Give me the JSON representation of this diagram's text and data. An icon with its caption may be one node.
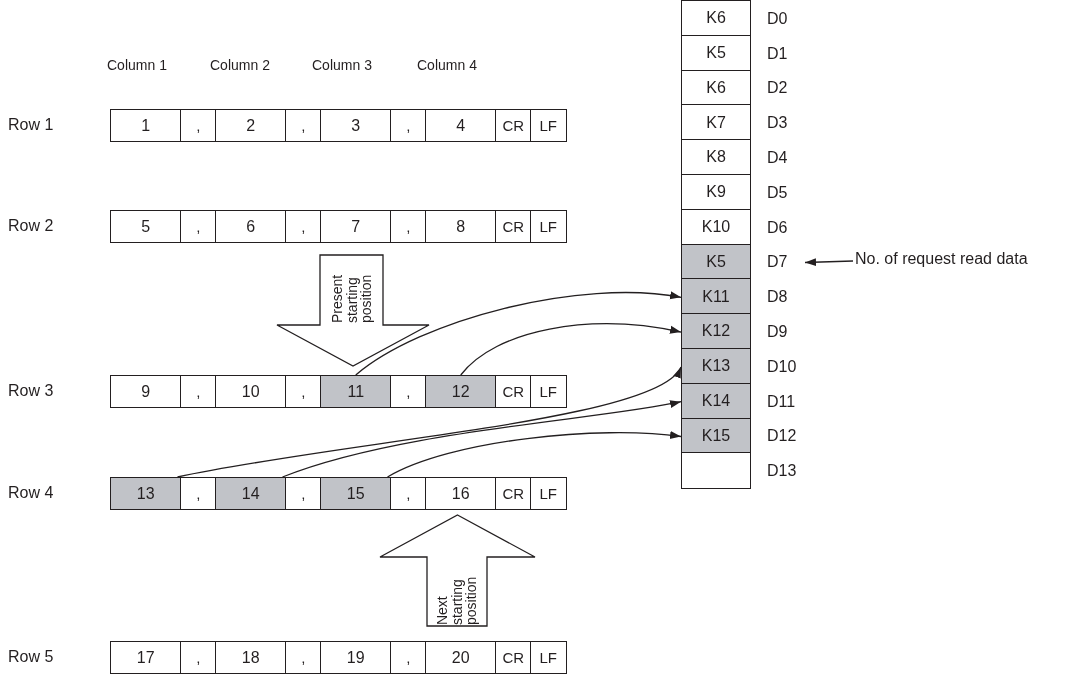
{
  "diagram": {
    "nodes": [
      {
        "text": [
          "1"
        ]
      },
      {
        "text": [
          ","
        ]
      },
      {
        "text": [
          "2"
        ]
      },
      {
        "text": [
          ","
        ]
      },
      {
        "text": [
          "3"
        ]
      },
      {
        "text": [
          ","
        ]
      },
      {
        "text": [
          "4"
        ]
      },
      {
        "text": [
          "CR"
        ]
      },
      {
        "text": [
          "LF"
        ]
      },
      {
        "text": [
          "5"
        ]
      },
      {
        "text": [
          ","
        ]
      },
      {
        "text": [
          "6"
        ]
      },
      {
        "text": [
          ","
        ]
      },
      {
        "text": [
          "7"
        ]
      },
      {
        "text": [
          ","
        ]
      },
      {
        "text": [
          "8"
        ]
      },
      {
        "text": [
          "CR"
        ]
      },
      {
        "text": [
          "LF"
        ]
      },
      {
        "text": [
          "Present starting position"
        ]
      },
      {
        "text": [
          "9"
        ]
      },
      {
        "text": [
          ","
        ]
      },
      {
        "text": [
          "10"
        ]
      },
      {
        "text": [
          ","
        ]
      },
      {
        "text": [
          "11"
        ]
      },
      {
        "text": [
          ","
        ]
      },
      {
        "text": [
          "12"
        ]
      },
      {
        "text": [
          "CR"
        ]
      },
      {
        "text": [
          "LF"
        ]
      },
      {
        "text": [
          "13"
        ]
      },
      {
        "text": [
          ","
        ]
      },
      {
        "text": [
          "14"
        ]
      },
      {
        "text": [
          ","
        ]
      },
      {
        "text": [
          "15"
        ]
      },
      {
        "text": [
          ","
        ]
      },
      {
        "text": [
          "16"
        ]
      },
      {
        "text": [
          "CR"
        ]
      },
      {
        "text": [
          "LF"
        ]
      },
      {
        "text": [
          "Next starting position"
        ]
      },
      {
        "text": [
          "17"
        ]
      },
      {
        "text": [
          ","
        ]
      },
      {
        "text": [
          "18"
        ]
      },
      {
        "text": [
          ","
        ]
      },
      {
        "text": [
          "19"
        ]
      },
      {
        "text": [
          ","
        ]
      },
      {
        "text": [
          "20"
        ]
      },
      {
        "text": [
          "CR"
        ]
      },
      {
        "text": [
          "LF"
        ]
      },
      {
        "text": [
          "K6"
        ],
        "beside": [
          "D0"
        ]
      },
      {
        "text": [
          "K5"
        ],
        "beside": [
          "D1"
        ]
      },
      {
        "text": [
          "K6"
        ],
        "beside": [
          "D2"
        ]
      },
      {
        "text": [
          "K7"
        ],
        "beside": [
          "D3"
        ]
      },
      {
        "text": [
          "K8"
        ],
        "beside": [
          "D4"
        ]
      },
      {
        "text": [
          "K9"
        ],
        "beside": [
          "D5"
        ]
      },
      {
        "text": [
          "K10"
        ],
        "beside": [
          "D6"
        ]
      },
      {
        "text": [
          "K5"
        ],
        "beside": [
          "D7"
        ]
      },
      {
        "text": [
          "K11"
        ],
        "beside": [
          "D8"
        ]
      },
      {
        "text": [
          "K12"
        ],
        "beside": [
          "D9"
        ]
      },
      {
        "text": [
          "K13"
        ],
        "beside": [
          "D10"
        ]
      },
      {
        "text": [
          "K14"
        ],
        "beside": [
          "D11"
        ]
      },
      {
        "text": [
          "K15"
        ],
        "beside": [
          "D12"
        ]
      },
      {
        "text": [],
        "shape": "box",
        "beside": [
          "D13"
        ]
      },
      {
        "text": [
          "No. of request read data"
        ]
      }
    ],
    "edges": [
      {
        "from": 23,
        "to": 55,
        "arrow": "to"
      },
      {
        "from": 25,
        "to": 56,
        "arrow": "to"
      },
      {
        "from": 28,
        "to": 57,
        "arrow": "to"
      },
      {
        "from": 30,
        "to": 58,
        "arrow": "to"
      },
      {
        "from": 32,
        "to": 59,
        "arrow": "to"
      },
      {
        "from": 61,
        "to": 54,
        "arrow": "to"
      }
    ],
    "labels": [
      "Column 1",
      "Column 2",
      "Column 3",
      "Column 4",
      "Row 1",
      "Row 2",
      "Row 3",
      "Row 4",
      "Row 5"
    ]
  }
}
